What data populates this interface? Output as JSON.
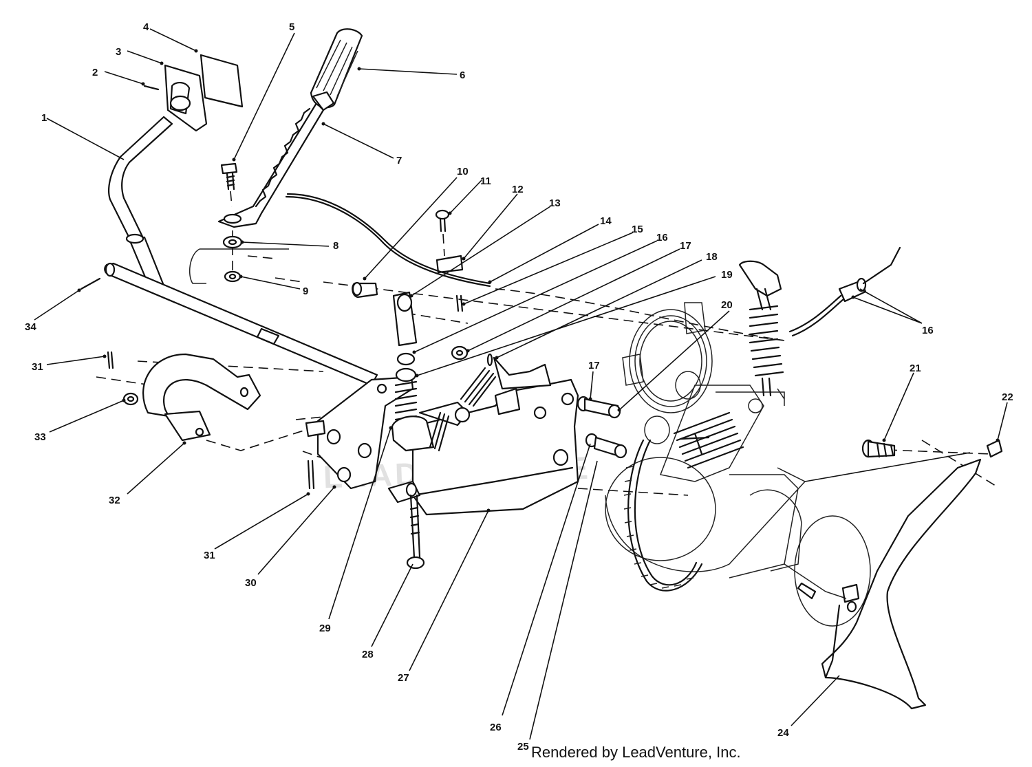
{
  "diagram": {
    "callouts": [
      {
        "id": "c1",
        "label": "1"
      },
      {
        "id": "c2",
        "label": "2"
      },
      {
        "id": "c3",
        "label": "3"
      },
      {
        "id": "c4",
        "label": "4"
      },
      {
        "id": "c5",
        "label": "5"
      },
      {
        "id": "c6",
        "label": "6"
      },
      {
        "id": "c7",
        "label": "7"
      },
      {
        "id": "c8",
        "label": "8"
      },
      {
        "id": "c9",
        "label": "9"
      },
      {
        "id": "c10",
        "label": "10"
      },
      {
        "id": "c11",
        "label": "11"
      },
      {
        "id": "c12",
        "label": "12"
      },
      {
        "id": "c13",
        "label": "13"
      },
      {
        "id": "c14",
        "label": "14"
      },
      {
        "id": "c15",
        "label": "15"
      },
      {
        "id": "c16a",
        "label": "16"
      },
      {
        "id": "c16b",
        "label": "16"
      },
      {
        "id": "c17a",
        "label": "17"
      },
      {
        "id": "c17b",
        "label": "17"
      },
      {
        "id": "c18",
        "label": "18"
      },
      {
        "id": "c19",
        "label": "19"
      },
      {
        "id": "c20",
        "label": "20"
      },
      {
        "id": "c21",
        "label": "21"
      },
      {
        "id": "c22",
        "label": "22"
      },
      {
        "id": "c24",
        "label": "24"
      },
      {
        "id": "c25",
        "label": "25"
      },
      {
        "id": "c26",
        "label": "26"
      },
      {
        "id": "c27",
        "label": "27"
      },
      {
        "id": "c28",
        "label": "28"
      },
      {
        "id": "c29",
        "label": "29"
      },
      {
        "id": "c30",
        "label": "30"
      },
      {
        "id": "c31a",
        "label": "31"
      },
      {
        "id": "c31b",
        "label": "31"
      },
      {
        "id": "c32",
        "label": "32"
      },
      {
        "id": "c33",
        "label": "33"
      },
      {
        "id": "c34",
        "label": "34"
      }
    ],
    "watermark": "LEADVENTURE",
    "credit": "Rendered by LeadVenture, Inc."
  }
}
